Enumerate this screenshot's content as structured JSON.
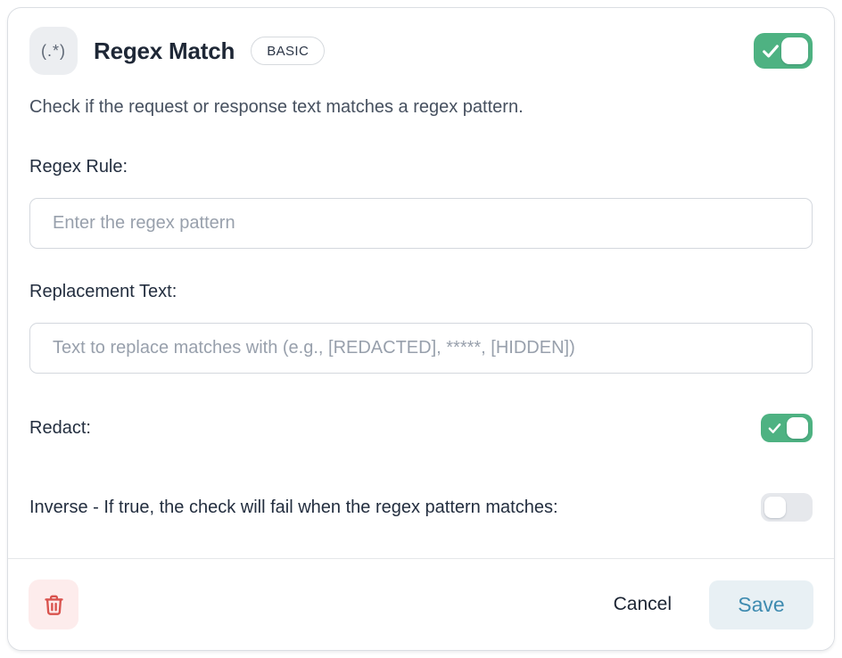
{
  "header": {
    "icon_text": "(.*)",
    "title": "Regex Match",
    "badge": "BASIC"
  },
  "description": "Check if the request or response text matches a regex pattern.",
  "toggles": {
    "enabled": "on",
    "redact": "on",
    "inverse": "off"
  },
  "fields": {
    "regex_rule": {
      "label": "Regex Rule:",
      "placeholder": "Enter the regex pattern",
      "value": ""
    },
    "replacement_text": {
      "label": "Replacement Text:",
      "placeholder": "Text to replace matches with (e.g., [REDACTED], *****, [HIDDEN])",
      "value": ""
    },
    "redact": {
      "label": "Redact:"
    },
    "inverse": {
      "label": "Inverse - If true, the check will fail when the regex pattern matches:"
    }
  },
  "footer": {
    "cancel_label": "Cancel",
    "save_label": "Save"
  },
  "colors": {
    "toggle_on": "#4eb282",
    "toggle_off": "#e6e8ec",
    "save_bg": "#e8f0f4",
    "save_text": "#3e8bb0",
    "delete_bg": "#fdecec",
    "delete_icon": "#d9534e",
    "title_text": "#1e2736",
    "card_border": "#dbdee3"
  }
}
